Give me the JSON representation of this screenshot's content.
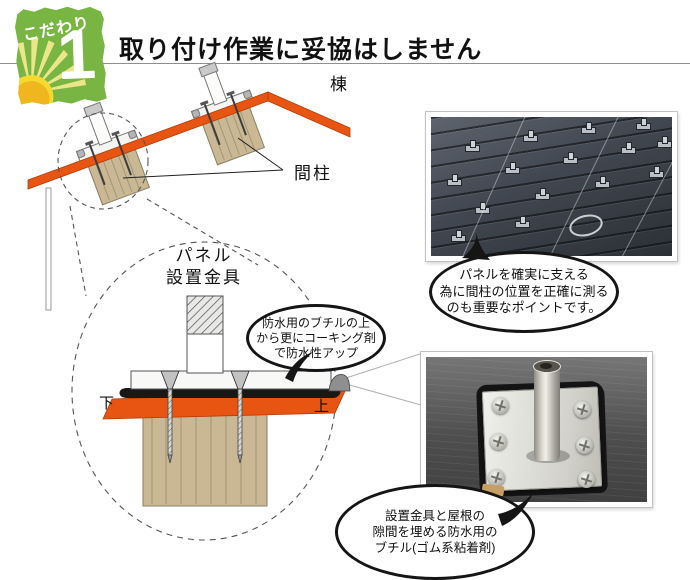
{
  "badge": {
    "label": "こだわり",
    "number": "1"
  },
  "header": {
    "title": "取り付け作業に妥協はしません"
  },
  "diagram": {
    "ridge_label": "棟",
    "stud_label": "間柱",
    "bracket_label": [
      "パネル",
      "設置金具"
    ],
    "down_label": "下",
    "up_label": "上"
  },
  "bubbles": {
    "waterproof": {
      "lines": [
        "防水用のブチルの上",
        "から更にコーキング剤",
        "で防水性アップ"
      ]
    },
    "panel": {
      "lines": [
        "パネルを確実に支える",
        "為に間柱の位置を正確に測る",
        "のも重要なポイントです。"
      ]
    },
    "butyl": {
      "lines": [
        "設置金具と屋根の",
        "隙間を埋める防水用の",
        "ブチル(ゴム系粘着剤)"
      ]
    }
  },
  "colors": {
    "badge_green": "#79b543",
    "sun_yellow": "#f2cf2a",
    "roof_orange": "#e85512",
    "wood_tan": "#c9b893",
    "butyl_black": "#191919",
    "bubble_border": "#151515"
  }
}
